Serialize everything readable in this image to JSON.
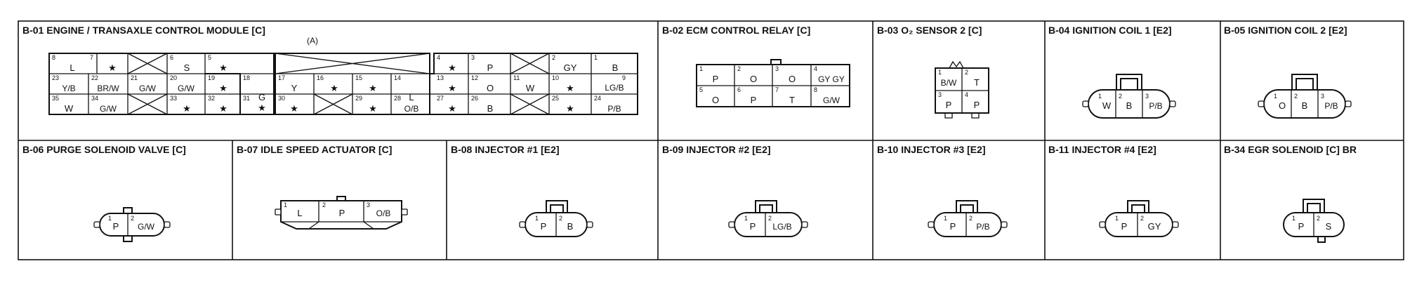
{
  "panels": {
    "b01": {
      "title": "B-01 ENGINE / TRANSAXLE CONTROL MODULE [C]",
      "subtitle": "(A)",
      "pins": [
        {
          "n": "8",
          "c": "L"
        },
        {
          "n": "7",
          "c": "★"
        },
        {
          "n": "6",
          "c": "S"
        },
        {
          "n": "5",
          "c": "★"
        },
        {
          "n": "4",
          "c": "★"
        },
        {
          "n": "3",
          "c": "P"
        },
        {
          "n": "2",
          "c": "GY"
        },
        {
          "n": "1",
          "c": "B"
        },
        {
          "n": "23",
          "c": "Y/B"
        },
        {
          "n": "22",
          "c": "BR/W"
        },
        {
          "n": "21",
          "c": "G/W"
        },
        {
          "n": "20",
          "c": "G/W"
        },
        {
          "n": "19",
          "c": "★"
        },
        {
          "n": "18",
          "c": "G"
        },
        {
          "n": "17",
          "c": "Y"
        },
        {
          "n": "16",
          "c": "★"
        },
        {
          "n": "15",
          "c": "★"
        },
        {
          "n": "14",
          "c": "L"
        },
        {
          "n": "13",
          "c": "★"
        },
        {
          "n": "12",
          "c": "O"
        },
        {
          "n": "11",
          "c": "W"
        },
        {
          "n": "10",
          "c": "★"
        },
        {
          "n": "9",
          "c": "LG/B"
        },
        {
          "n": "35",
          "c": "W"
        },
        {
          "n": "34",
          "c": "G/W"
        },
        {
          "n": "33",
          "c": "★"
        },
        {
          "n": "32",
          "c": "★"
        },
        {
          "n": "31",
          "c": "★"
        },
        {
          "n": "30",
          "c": "★"
        },
        {
          "n": "29",
          "c": "★"
        },
        {
          "n": "28",
          "c": "O/B"
        },
        {
          "n": "27",
          "c": "★"
        },
        {
          "n": "26",
          "c": "B"
        },
        {
          "n": "25",
          "c": "★"
        },
        {
          "n": "24",
          "c": "P/B"
        }
      ]
    },
    "b02": {
      "title": "B-02 ECM CONTROL RELAY [C]",
      "pins": [
        {
          "n": "1",
          "c": "P"
        },
        {
          "n": "2",
          "c": "O"
        },
        {
          "n": "3",
          "c": "O"
        },
        {
          "n": "4",
          "c": "GY GY"
        },
        {
          "n": "5",
          "c": "O"
        },
        {
          "n": "6",
          "c": "P"
        },
        {
          "n": "7",
          "c": "T"
        },
        {
          "n": "8",
          "c": "G/W"
        }
      ]
    },
    "b03": {
      "title": "B-03 O₂ SENSOR 2 [C]",
      "pins": [
        {
          "n": "1",
          "c": "B/W"
        },
        {
          "n": "2",
          "c": "T"
        },
        {
          "n": "3",
          "c": "P"
        },
        {
          "n": "4",
          "c": "P"
        }
      ]
    },
    "b04": {
      "title": "B-04 IGNITION COIL 1 [E2]",
      "pins": [
        {
          "n": "1",
          "c": "W"
        },
        {
          "n": "2",
          "c": "B"
        },
        {
          "n": "3",
          "c": "P/B"
        }
      ]
    },
    "b05": {
      "title": "B-05 IGNITION COIL 2 [E2]",
      "pins": [
        {
          "n": "1",
          "c": "O"
        },
        {
          "n": "2",
          "c": "B"
        },
        {
          "n": "3",
          "c": "P/B"
        }
      ]
    },
    "b06": {
      "title": "B-06 PURGE SOLENOID VALVE [C]",
      "pins": [
        {
          "n": "1",
          "c": "P"
        },
        {
          "n": "2",
          "c": "G/W"
        }
      ]
    },
    "b07": {
      "title": "B-07 IDLE SPEED ACTUATOR [C]",
      "pins": [
        {
          "n": "1",
          "c": "L"
        },
        {
          "n": "2",
          "c": "P"
        },
        {
          "n": "3",
          "c": "O/B"
        }
      ]
    },
    "b08": {
      "title": "B-08 INJECTOR #1 [E2]",
      "pins": [
        {
          "n": "1",
          "c": "P"
        },
        {
          "n": "2",
          "c": "B"
        }
      ]
    },
    "b09": {
      "title": "B-09 INJECTOR #2 [E2]",
      "pins": [
        {
          "n": "1",
          "c": "P"
        },
        {
          "n": "2",
          "c": "LG/B"
        }
      ]
    },
    "b10": {
      "title": "B-10 INJECTOR #3 [E2]",
      "pins": [
        {
          "n": "1",
          "c": "P"
        },
        {
          "n": "2",
          "c": "P/B"
        }
      ]
    },
    "b11": {
      "title": "B-11 INJECTOR #4 [E2]",
      "pins": [
        {
          "n": "1",
          "c": "P"
        },
        {
          "n": "2",
          "c": "GY"
        }
      ]
    },
    "b34": {
      "title": "B-34 EGR SOLENOID [C] BR",
      "pins": [
        {
          "n": "1",
          "c": "P"
        },
        {
          "n": "2",
          "c": "S"
        }
      ]
    }
  }
}
